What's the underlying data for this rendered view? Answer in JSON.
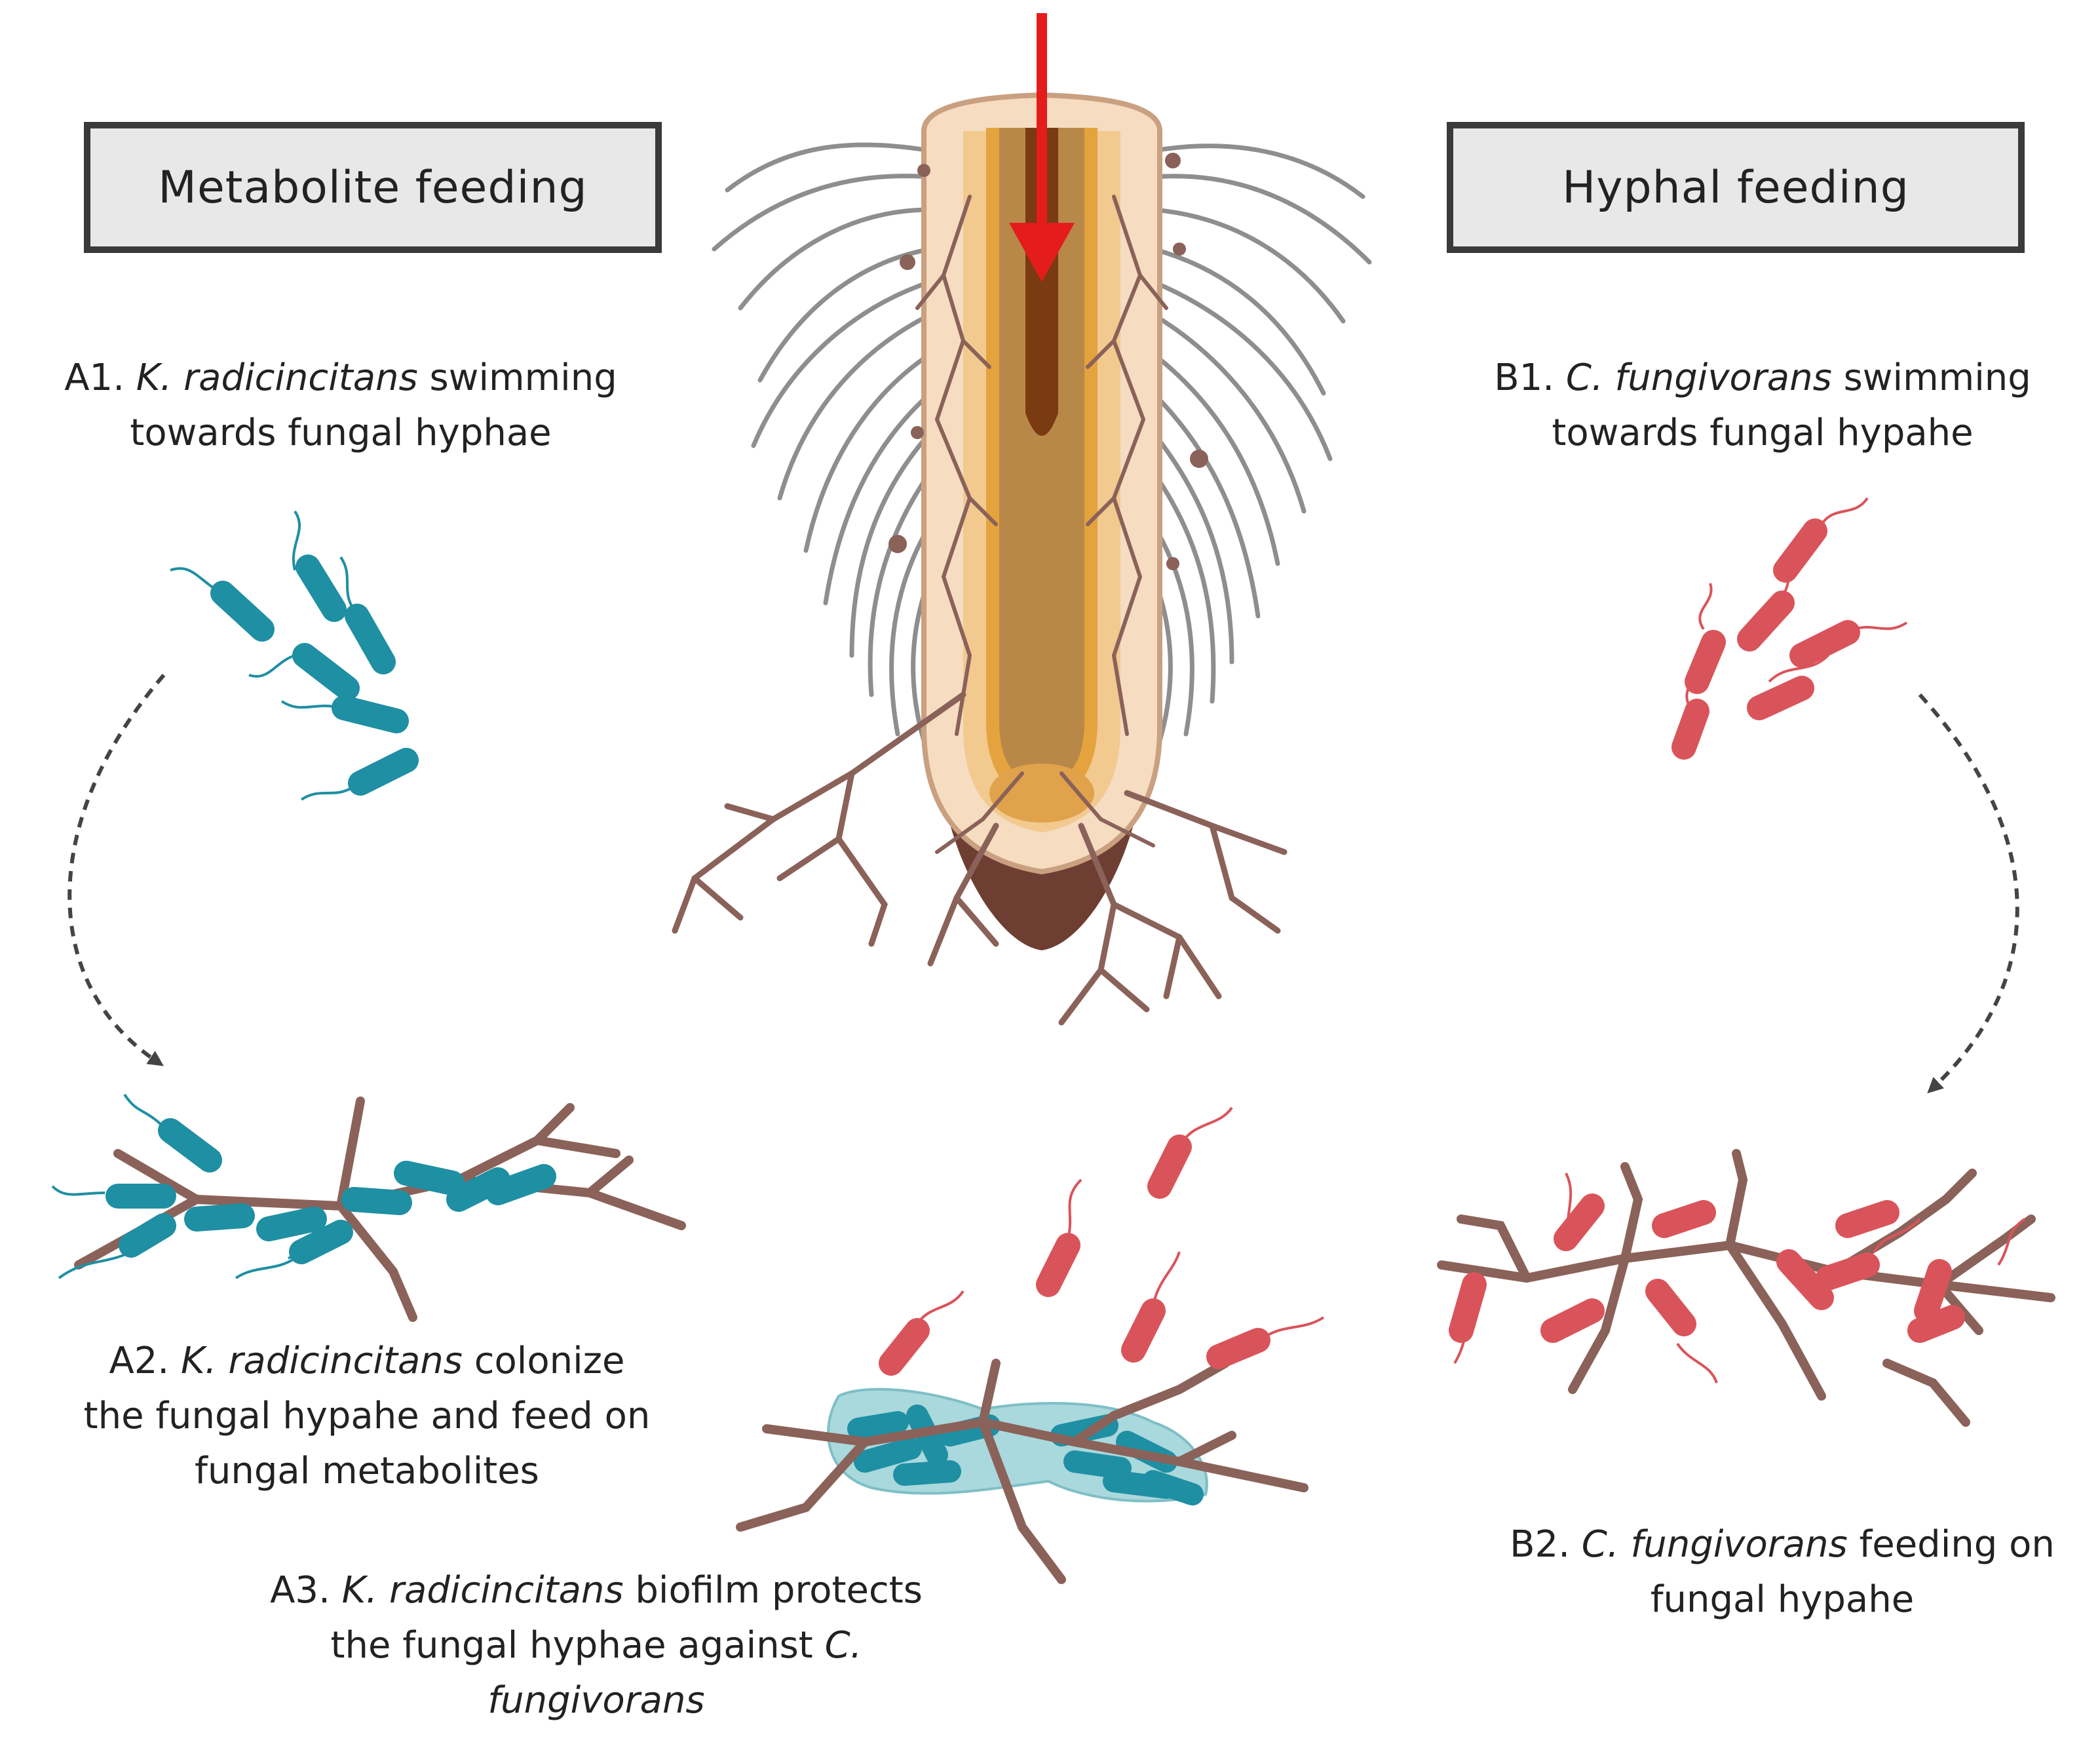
{
  "colors": {
    "k_radicincitans": "#1f8fa3",
    "c_fungivorans": "#d9545a",
    "hyphae": "#8a6259",
    "root_hairs": "#8e8e8e",
    "root_outer": "#f6dcc0",
    "root_cortex": "#f2c98f",
    "root_stele": "#a8783f",
    "root_core": "#7a3a12",
    "root_tip": "#6e3e33",
    "arrow": "#e51c1c",
    "biofilm": "#a9d8dd"
  },
  "labels": {
    "metabolite_feeding": "Metabolite feeding",
    "hyphal_feeding": "Hyphal  feeding"
  },
  "captions": {
    "a1": {
      "prefix": "A1. ",
      "species": "K. radicincitans",
      "rest": " swimming",
      "line2": "towards fungal hyphae"
    },
    "a2": {
      "prefix": "A2. ",
      "species": "K. radicincitans",
      "rest": "  colonize",
      "line2": "the fungal hypahe and feed on",
      "line3": "fungal metabolites"
    },
    "a3": {
      "prefix": "A3. ",
      "species": "K. radicincitans",
      "rest": " biofilm protects",
      "line2a": "the fungal hyphae against ",
      "line2b": "C.",
      "line3": "fungivorans"
    },
    "b1": {
      "prefix": "B1. ",
      "species": "C. fungivorans",
      "rest": " swimming",
      "line2": "towards fungal hypahe"
    },
    "b2": {
      "prefix": "B2. ",
      "species": "C. fungivorans",
      "rest": " feeding on",
      "line2": "fungal hypahe"
    }
  }
}
